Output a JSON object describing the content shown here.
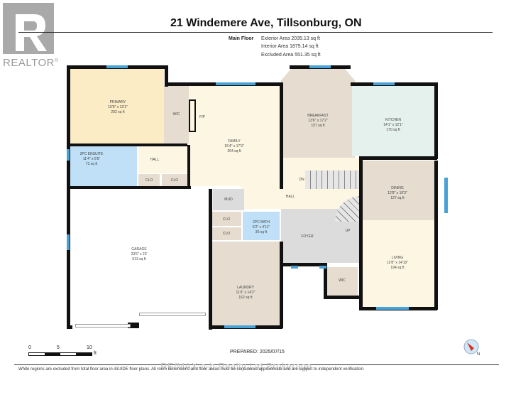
{
  "logo": {
    "text": "REALTOR",
    "registered": "®"
  },
  "header": {
    "title": "21 Windemere Ave, Tillsonburg, ON",
    "floor": "Main Floor",
    "areas": [
      "Exterior Area 2035.13 sq ft",
      "Interior Area 1875.14 sq ft",
      "Excluded Area 551.35 sq ft"
    ]
  },
  "rooms": {
    "primary": {
      "name": "PRIMARY",
      "dims": "15'8\" x 13'1\"",
      "area": "202 sq ft"
    },
    "wic1": {
      "name": "WIC"
    },
    "fp": {
      "name": "F/P"
    },
    "family": {
      "name": "FAMILY",
      "dims": "15'4\" x 17'3\"",
      "area": "264 sq ft"
    },
    "breakfast": {
      "name": "BREAKFAST",
      "dims": "13'6\" x 17'2\"",
      "area": "157 sq ft"
    },
    "kitchen": {
      "name": "KITCHEN",
      "dims": "14'1\" x 12'1\"",
      "area": "170 sq ft"
    },
    "ensuite": {
      "name": "3PC ENSUITE",
      "dims": "11'4\" x 6'5\"",
      "area": "73 sq ft"
    },
    "hall1": {
      "name": "HALL"
    },
    "clo1": {
      "name": "CLO"
    },
    "clo2": {
      "name": "CLO"
    },
    "hall2": {
      "name": "HALL"
    },
    "dn": {
      "name": "DN"
    },
    "dining": {
      "name": "DINING",
      "dims": "12'8\" x 10'3\"",
      "area": "127 sq ft"
    },
    "mud": {
      "name": "MUD"
    },
    "clo3": {
      "name": "CLO"
    },
    "clo4": {
      "name": "CLO"
    },
    "bath2": {
      "name": "2PC BATH",
      "dims": "6'2\" x 4'11\"",
      "area": "30 sq ft"
    },
    "foyer": {
      "name": "FOYER"
    },
    "up": {
      "name": "UP"
    },
    "garage": {
      "name": "GARAGE",
      "dims": "23'6\" x 23'",
      "area": "513 sq ft"
    },
    "laundry": {
      "name": "LAUNDRY",
      "dims": "11'6\" x 14'2\"",
      "area": "162 sq ft"
    },
    "living": {
      "name": "LIVING",
      "dims": "12'8\" x 14'10\"",
      "area": "194 sq ft"
    },
    "wic2": {
      "name": "WIC"
    }
  },
  "scale": {
    "ticks": [
      "0",
      "5",
      "10"
    ],
    "unit": "ft"
  },
  "prepared": "PREPARED: 2025/07/15",
  "brokerage": "RE/MAX a-b Realty Ltd Brokerage",
  "disclaimer": "White regions are excluded from total floor area in iGUIDE floor plans. All room dimensions and floor areas must be considered approximate and are subject to independent verification.",
  "colors": {
    "wall": "#111111",
    "window": "#4aa3d8",
    "bedroom": "#fbecc6",
    "bath": "#bfe0f7",
    "living": "#fdf6e3",
    "kitchen": "#e4f1ec",
    "utility": "#e6ddd0",
    "hall": "#fdf6e3",
    "foyer": "#dcdcdc"
  }
}
